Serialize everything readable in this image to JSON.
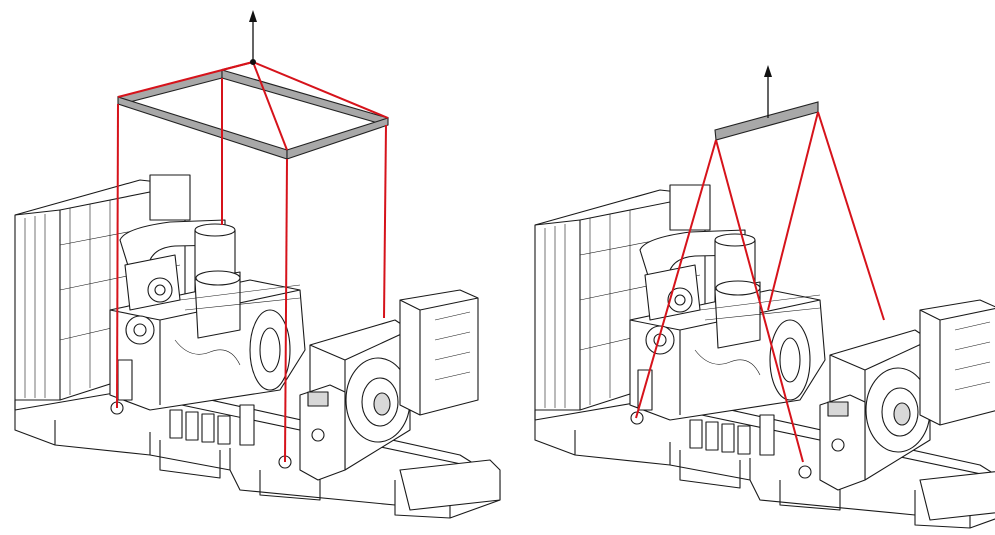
{
  "figures": [
    {
      "name": "lifting-with-spreader-frame",
      "lifting_device": "rectangular-spreader-frame",
      "sling_points": 4
    },
    {
      "name": "lifting-with-spreader-bar",
      "lifting_device": "spreader-bar",
      "sling_points": 4
    }
  ],
  "colors": {
    "sling": "#d6131b",
    "spreader": "#a8a8a8",
    "outline": "#1a1a1a",
    "background": "#ffffff"
  },
  "icons": [
    "lift-arrow-icon",
    "lift-arrow-icon"
  ]
}
